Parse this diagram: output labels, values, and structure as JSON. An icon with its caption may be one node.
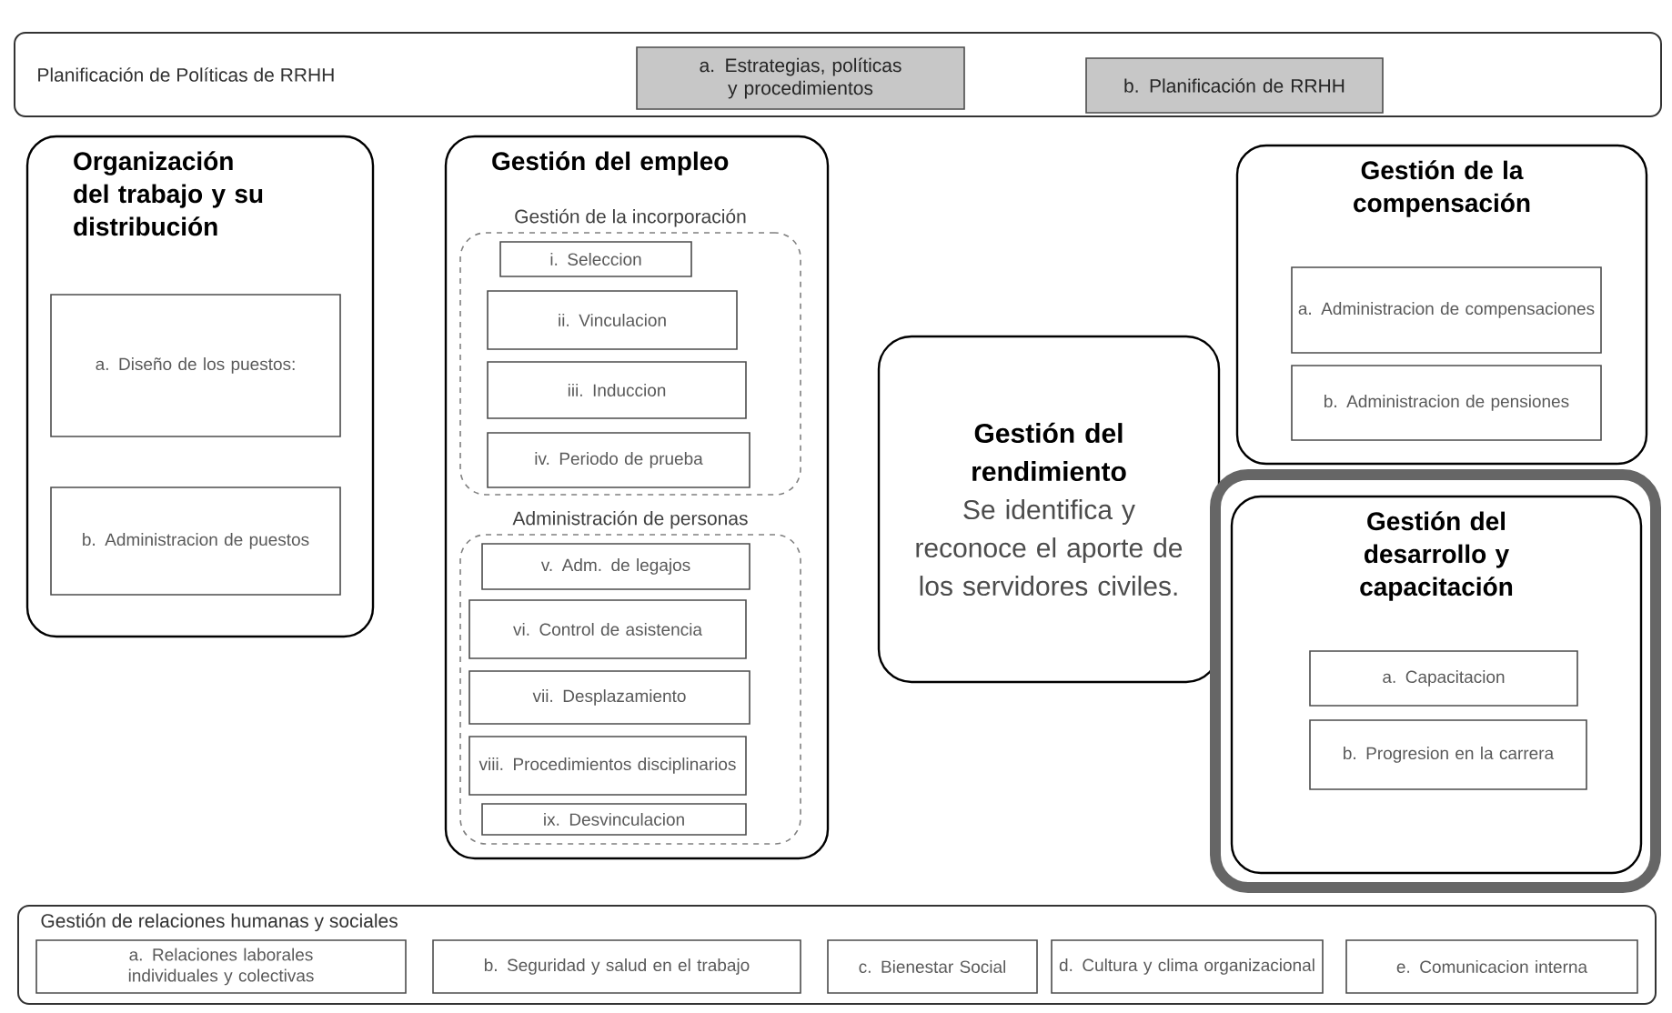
{
  "diagram": {
    "nodes": [
      {
        "text": [
          "Planificación de Políticas de RRHH"
        ]
      },
      {
        "text": [
          "a. Estrategias, políticas y procedimientos"
        ],
        "in": 0
      },
      {
        "text": [
          "b. Planificación de RRHH"
        ],
        "in": 0
      },
      {
        "text": [
          "Organización del trabajo y su distribución"
        ]
      },
      {
        "text": [
          "a. Diseño de los puestos:"
        ],
        "in": 3
      },
      {
        "text": [
          "b. Administracion de puestos"
        ],
        "in": 3
      },
      {
        "text": [
          "Gestión del empleo"
        ]
      },
      {
        "text": [
          "Gestión de la incorporación"
        ],
        "in": 6
      },
      {
        "text": [
          "i. Seleccion"
        ],
        "in": 7
      },
      {
        "text": [
          "ii. Vinculacion"
        ],
        "in": 7
      },
      {
        "text": [
          "iii. Induccion"
        ],
        "in": 7
      },
      {
        "text": [
          "iv. Periodo de prueba"
        ],
        "in": 7
      },
      {
        "text": [
          "Administración de personas"
        ],
        "in": 6
      },
      {
        "text": [
          "v. Adm. de legajos"
        ],
        "in": 12
      },
      {
        "text": [
          "vi. Control de asistencia"
        ],
        "in": 12
      },
      {
        "text": [
          "vii. Desplazamiento"
        ],
        "in": 12
      },
      {
        "text": [
          "viii. Procedimientos disciplinarios"
        ],
        "in": 12
      },
      {
        "text": [
          "ix. Desvinculacion"
        ],
        "in": 12
      },
      {
        "text": [
          "Gestión del rendimiento",
          "Se identifica y reconoce el aporte de los servidores civiles."
        ]
      },
      {
        "text": [
          "Gestión de la compensación"
        ]
      },
      {
        "text": [
          "a. Administracion de compensaciones"
        ],
        "in": 19
      },
      {
        "text": [
          "b. Administracion de pensiones"
        ],
        "in": 19
      },
      {
        "text": [
          "Gestión del desarrollo y capacitación"
        ]
      },
      {
        "text": [
          "a. Capacitacion"
        ],
        "in": 22
      },
      {
        "text": [
          "b. Progresion en la carrera"
        ],
        "in": 22
      },
      {
        "text": [
          "Gestión de relaciones humanas y sociales"
        ]
      },
      {
        "text": [
          "a. Relaciones laborales individuales y colectivas"
        ],
        "in": 25
      },
      {
        "text": [
          "b. Seguridad y salud en el trabajo"
        ],
        "in": 25
      },
      {
        "text": [
          "c. Bienestar Social"
        ],
        "in": 25
      },
      {
        "text": [
          "d. Cultura y clima organizacional"
        ],
        "in": 25
      },
      {
        "text": [
          "e. Comunicacion interna"
        ],
        "in": 25
      }
    ],
    "edges": []
  }
}
